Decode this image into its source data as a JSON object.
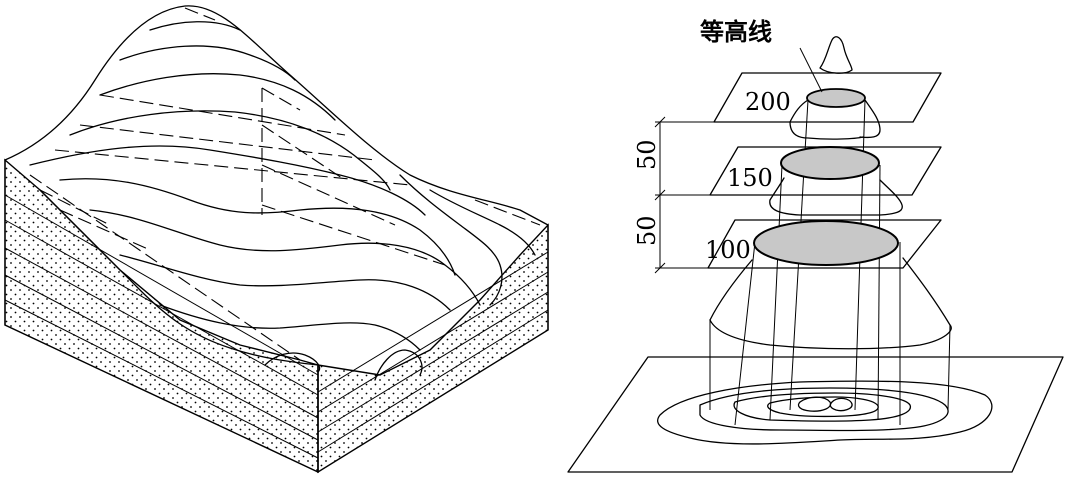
{
  "labels": {
    "contour_line": "等高线",
    "elev_200": "200",
    "elev_150": "150",
    "elev_100": "100",
    "interval_upper": "50",
    "interval_lower": "50"
  },
  "colors": {
    "ink": "#000000",
    "section_fill": "#c8c8c8",
    "background": "#ffffff"
  }
}
